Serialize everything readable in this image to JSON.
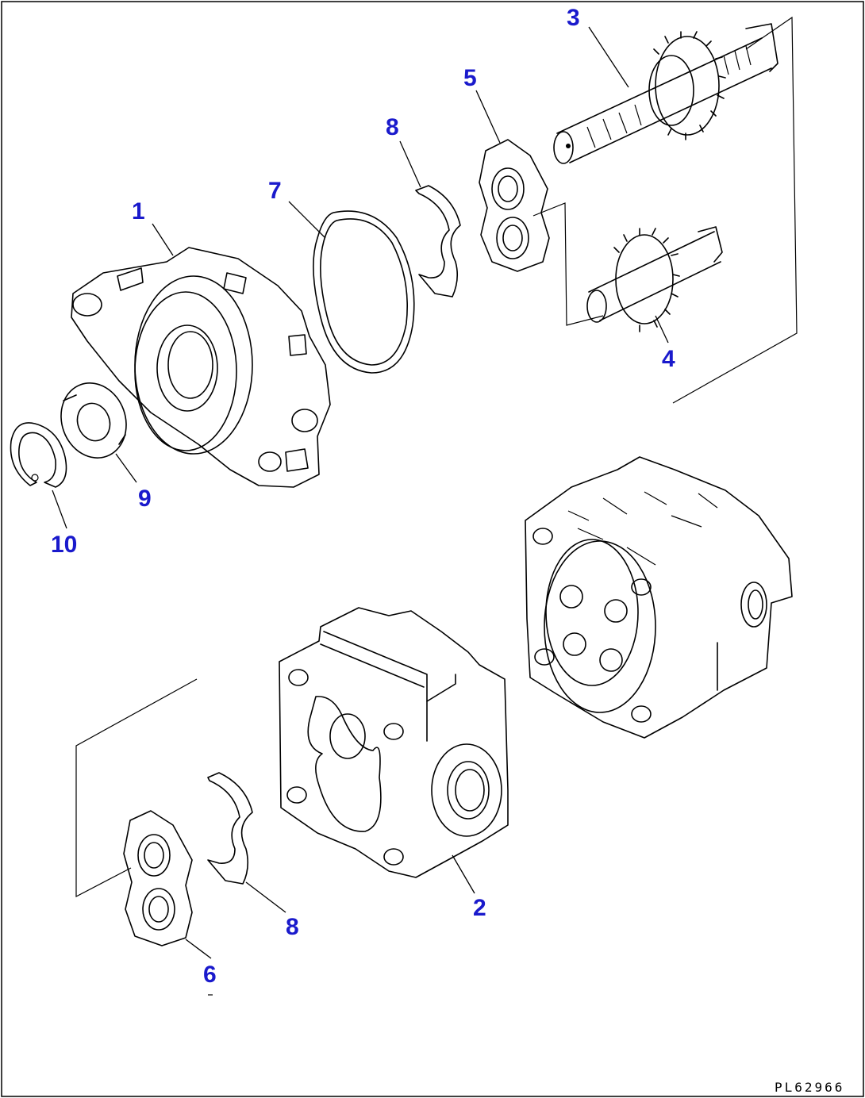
{
  "diagram": {
    "callout_color": "#1a1acc",
    "drawing_code": "PL62966",
    "callouts": [
      {
        "id": "callout-1",
        "label": "1"
      },
      {
        "id": "callout-2",
        "label": "2"
      },
      {
        "id": "callout-3",
        "label": "3"
      },
      {
        "id": "callout-4",
        "label": "4"
      },
      {
        "id": "callout-5",
        "label": "5"
      },
      {
        "id": "callout-6",
        "label": "6"
      },
      {
        "id": "callout-7",
        "label": "7"
      },
      {
        "id": "callout-8-upper",
        "label": "8"
      },
      {
        "id": "callout-8-lower",
        "label": "8"
      },
      {
        "id": "callout-9",
        "label": "9"
      },
      {
        "id": "callout-10",
        "label": "10"
      }
    ]
  }
}
